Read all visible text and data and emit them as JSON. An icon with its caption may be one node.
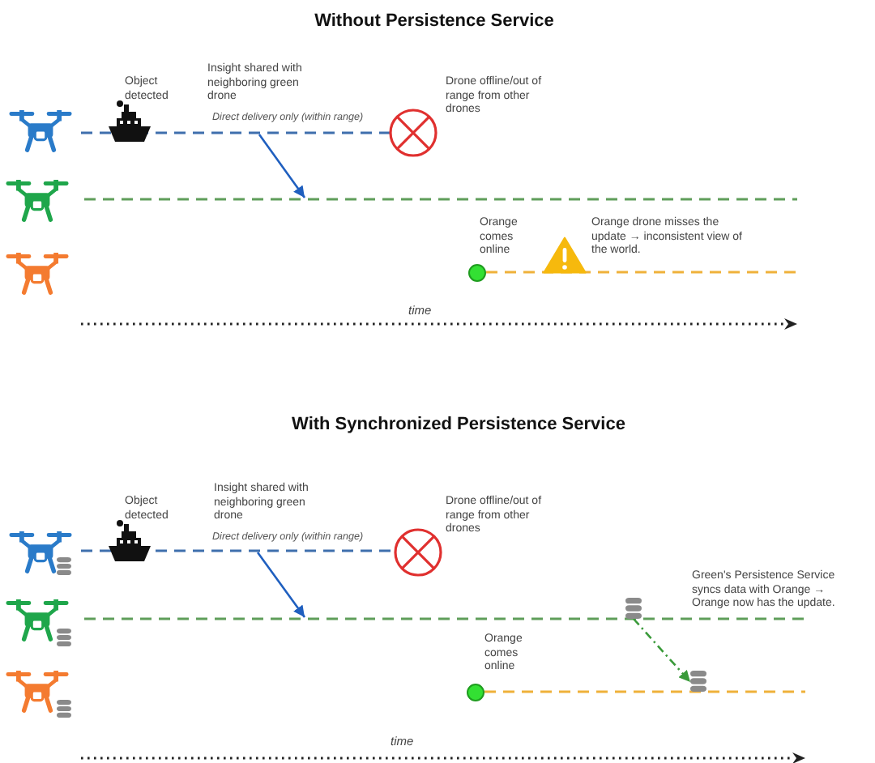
{
  "diagram": {
    "nodes": [
      {
        "text": [],
        "shape": "line"
      },
      {
        "text": [],
        "shape": "line"
      },
      {
        "text": [],
        "shape": "line"
      },
      {
        "text": [],
        "shape": "line"
      },
      {
        "text": [],
        "shape": "line"
      },
      {
        "text": [],
        "shape": "line"
      },
      {
        "text": [],
        "shape": "cylinder"
      },
      {
        "text": [],
        "shape": "cylinder"
      }
    ],
    "edges": [
      {
        "from": 0,
        "to": 1,
        "arrow": "to",
        "color": "#1f5fbf"
      },
      {
        "from": 3,
        "to": 4,
        "arrow": "to",
        "color": "#1f5fbf"
      },
      {
        "from": 6,
        "to": 7,
        "arrow": "to",
        "style": "dashed",
        "color": "#3a9a3a"
      }
    ],
    "labels": [
      "Without Persistence Service",
      "Object detected",
      "Insight shared with neighboring green drone",
      "Drone offline/out of range from other drones",
      "Direct delivery only (within range)",
      "Orange comes online",
      "Orange drone misses the update → inconsistent view of the world.",
      "time",
      "With Synchronized Persistence Service",
      "Object detected",
      "Insight shared with neighboring green drone",
      "Drone offline/out of range from other drones",
      "Direct delivery only (within range)",
      "Green's Persistence Service syncs data with Orange → Orange now has the update.",
      "Orange comes online",
      "time"
    ]
  }
}
